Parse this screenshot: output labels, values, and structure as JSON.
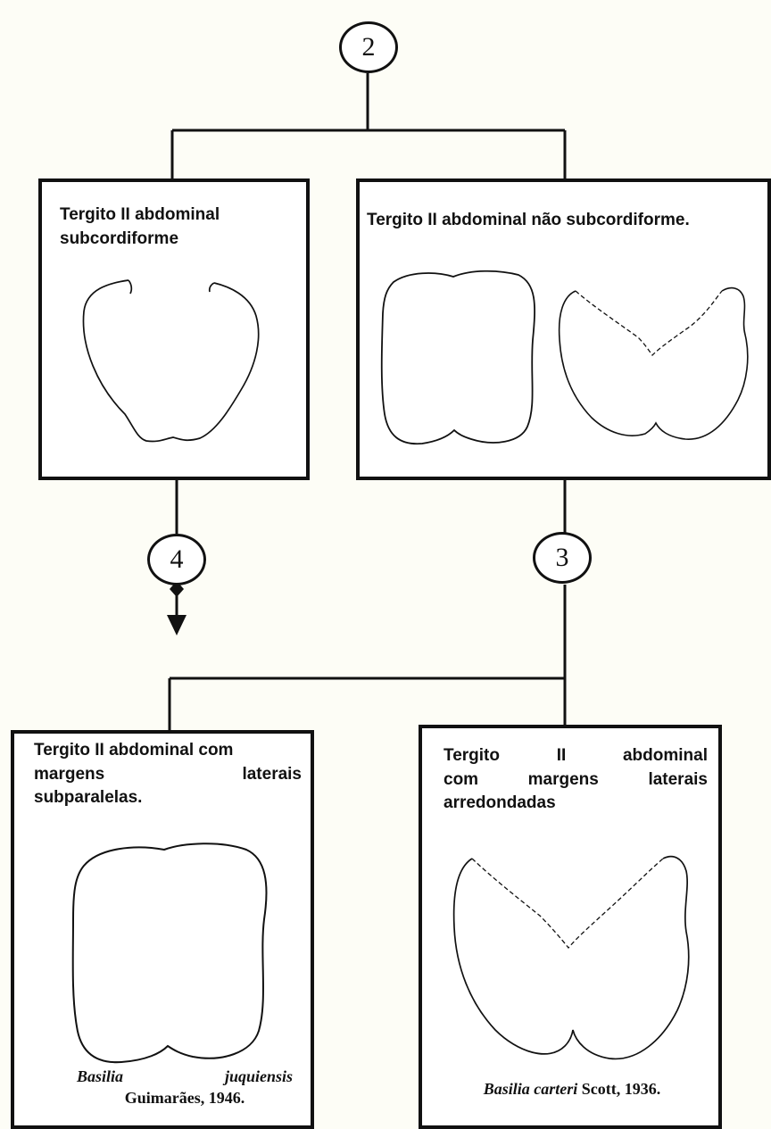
{
  "nodes": {
    "top": "2",
    "left": "4",
    "right": "3"
  },
  "boxes": {
    "a_subcordiform": {
      "line1": "Tergito II abdominal",
      "line2": "subcordiforme"
    },
    "b_not_subcordiform": {
      "line1": "Tergito II abdominal não subcordiforme."
    },
    "c_subparallel": {
      "line1": "Tergito II abdominal com",
      "line2_left": "margens",
      "line2_right": "laterais",
      "line3": "subparalelas.",
      "species_part1": "Basilia",
      "species_part2": "juquiensis",
      "author": "Guimarães, 1946."
    },
    "d_rounded": {
      "line1_left": "Tergito",
      "line1_mid": "II",
      "line1_right": "abdominal",
      "line2_left": "com",
      "line2_mid": "margens",
      "line2_right": "laterais",
      "line3": "arredondadas",
      "species": "Basilia carteri",
      "author": "Scott, 1936."
    }
  }
}
